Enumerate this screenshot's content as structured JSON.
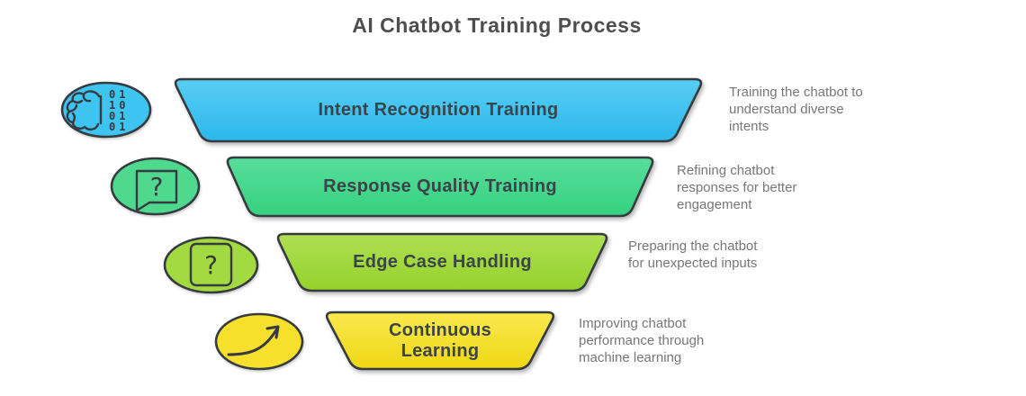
{
  "title": "AI Chatbot Training Process",
  "colors": {
    "outline": "#363b3f",
    "title_text": "#4e4e4e",
    "label_text": "#3a444a",
    "description_text": "#777777"
  },
  "icons": {
    "binary_digits": [
      "01",
      "10",
      "01",
      "01"
    ],
    "question_mark": "?"
  },
  "funnel": {
    "levels": [
      {
        "label": "Intent Recognition Training",
        "description": "Training the chatbot to understand diverse intents",
        "description_lines": [
          "Training the chatbot to",
          "understand diverse",
          "intents"
        ],
        "icon": "brain-binary-icon",
        "fill_top": "#58cef5",
        "fill_bottom": "#2cb7eb",
        "icon_fill": "#3dc4f0"
      },
      {
        "label": "Response Quality Training",
        "description": "Refining chatbot responses for better engagement",
        "description_lines": [
          "Refining chatbot",
          "responses for better",
          "engagement"
        ],
        "icon": "chat-question-icon",
        "fill_top": "#58de9b",
        "fill_bottom": "#35d07f",
        "icon_fill": "#4ed98f"
      },
      {
        "label": "Edge Case Handling",
        "description": "Preparing the chatbot for unexpected inputs",
        "description_lines": [
          "Preparing the chatbot",
          "for unexpected inputs"
        ],
        "icon": "box-question-icon",
        "fill_top": "#b0df52",
        "fill_bottom": "#94d22c",
        "icon_fill": "#a4da41"
      },
      {
        "label": "Continuous Learning",
        "description": "Improving chatbot performance through machine learning",
        "description_lines": [
          "Improving chatbot",
          "performance through",
          "machine learning"
        ],
        "icon": "growth-arrow-icon",
        "fill_top": "#f9e94f",
        "fill_bottom": "#f0d713",
        "icon_fill": "#f6e02c"
      }
    ]
  }
}
